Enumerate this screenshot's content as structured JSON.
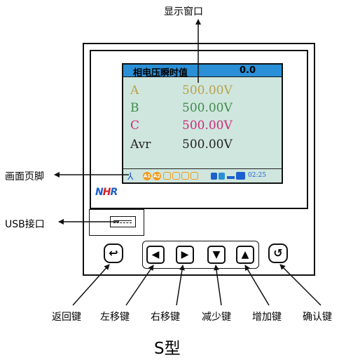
{
  "labels": {
    "display_window": "显示窗口",
    "page_footer": "画面页脚",
    "usb_port": "USB接口",
    "return_key": "返回键",
    "left_key": "左移键",
    "right_key": "右移键",
    "decrease_key": "减少键",
    "increase_key": "增加键",
    "confirm_key": "确认键",
    "model": "S型"
  },
  "screen": {
    "header_title": "相电压瞬时值",
    "header_value": "0.0",
    "rows": [
      {
        "label": "A",
        "value": "500.00V",
        "color": "#b8a24a"
      },
      {
        "label": "B",
        "value": "500.00V",
        "color": "#3f8a4a"
      },
      {
        "label": "C",
        "value": "500.00V",
        "color": "#d0287a"
      },
      {
        "label": "Avr",
        "value": "500.00V",
        "color": "#222222"
      }
    ],
    "footer": {
      "badge1": "A1",
      "badge2": "A2",
      "time": "02:25"
    }
  },
  "logo": {
    "n": "N",
    "h": "H",
    "r": "R"
  },
  "keys": {
    "return_glyph": "↩",
    "left_glyph": "◀",
    "right_glyph": "▶",
    "down_glyph": "▼",
    "up_glyph": "▲",
    "confirm_glyph": "↺"
  },
  "colors": {
    "screen_bg": "#cfe6de",
    "header_bg": "#2a8fd6",
    "footer_icon": "#1c5fd0",
    "alarm_orange": "#f29a1a"
  }
}
